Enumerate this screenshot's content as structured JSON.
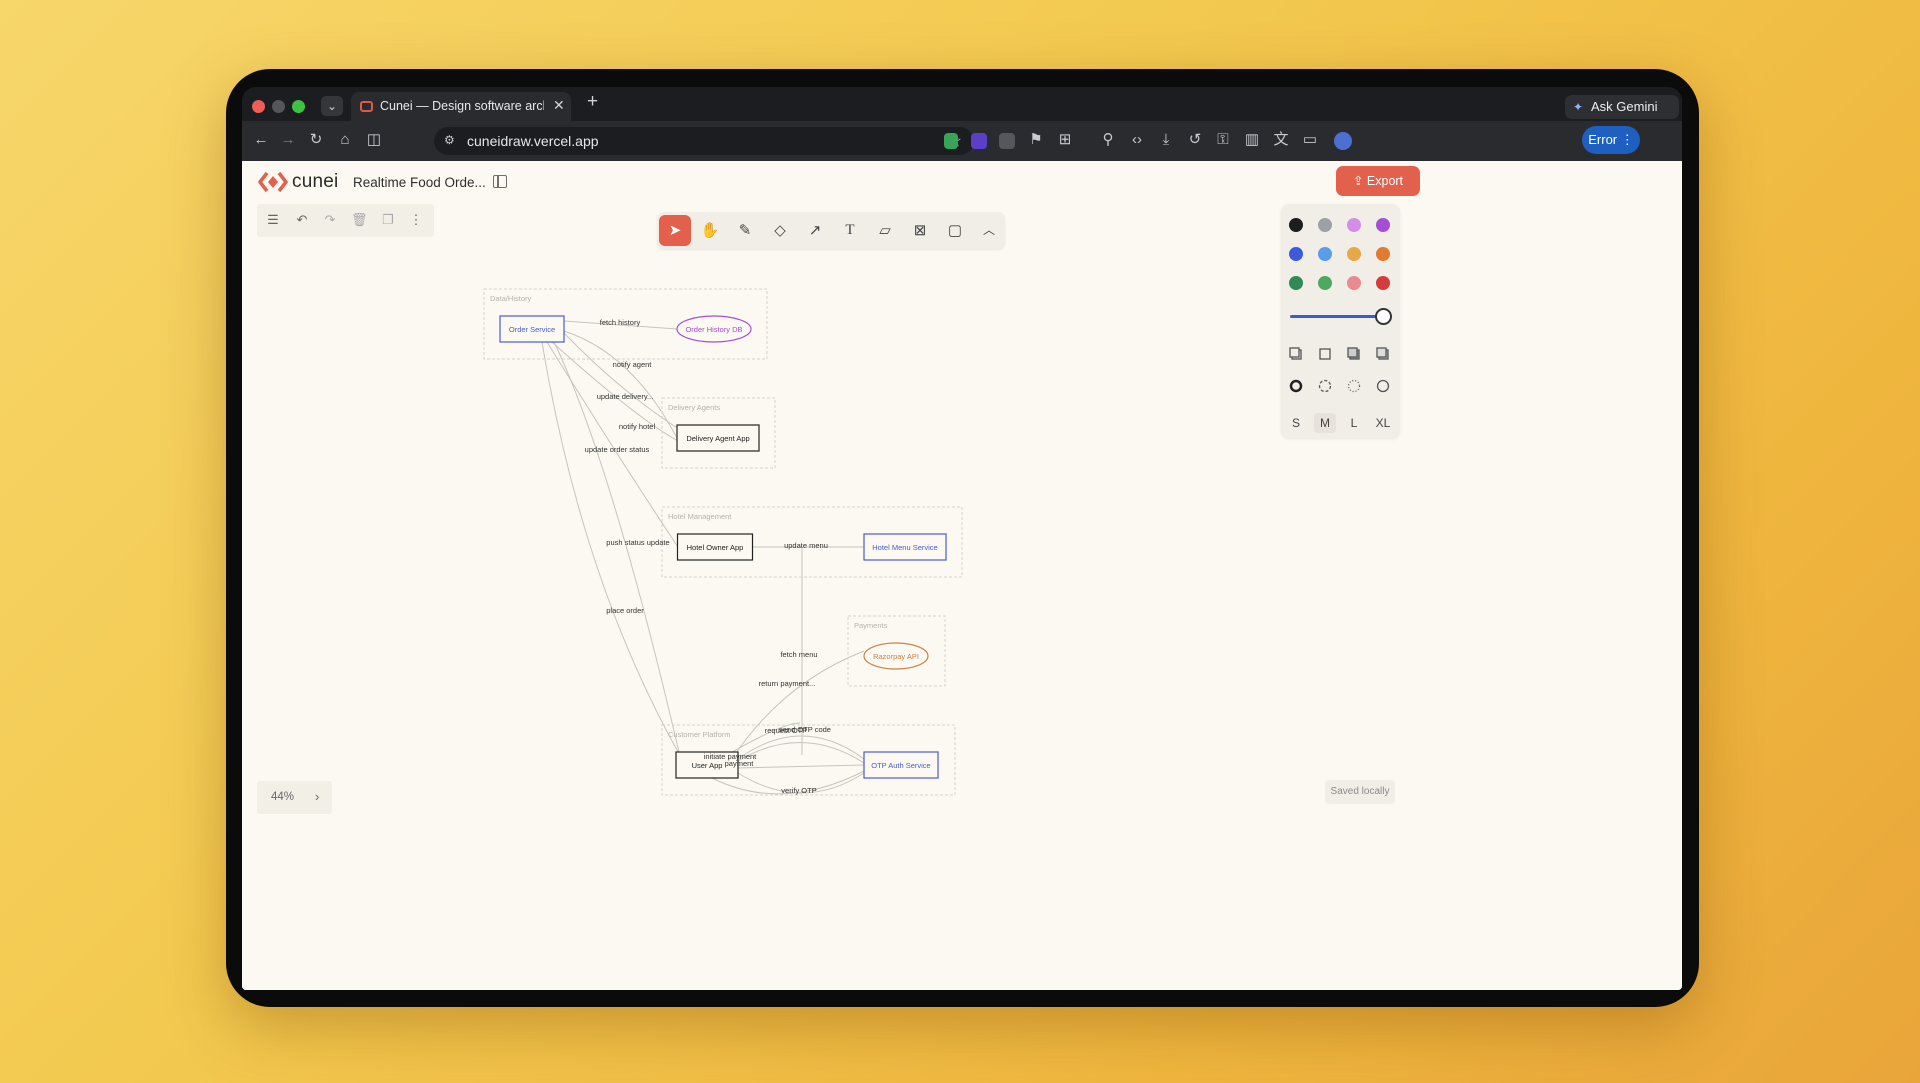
{
  "browser": {
    "tab_title": "Cunei — Design software architecture",
    "url": "cuneidraw.vercel.app",
    "ask_gemini": "Ask Gemini",
    "error_label": "Error"
  },
  "app": {
    "brand": "cunei",
    "document_title": "Realtime Food Orde...",
    "export_label": "Export",
    "zoom_level": "44%",
    "save_status": "Saved locally",
    "accent_color": "#e2604c"
  },
  "toolbar": {
    "tools": [
      {
        "name": "select",
        "icon": "cursor-icon",
        "active": true
      },
      {
        "name": "hand",
        "icon": "hand-icon"
      },
      {
        "name": "pen",
        "icon": "pencil-icon"
      },
      {
        "name": "eraser",
        "icon": "eraser-icon"
      },
      {
        "name": "arrow",
        "icon": "arrow-icon"
      },
      {
        "name": "text",
        "icon": "text-icon"
      },
      {
        "name": "note",
        "icon": "sticky-note-icon"
      },
      {
        "name": "image",
        "icon": "image-icon"
      },
      {
        "name": "rectangle",
        "icon": "rectangle-icon"
      },
      {
        "name": "more",
        "icon": "chevron-up-icon"
      }
    ]
  },
  "properties": {
    "colors": [
      "#1d1d1d",
      "#9ea0a6",
      "#d48ee8",
      "#a64ed3",
      "#3b5bdb",
      "#5a9bea",
      "#e9a847",
      "#e07b2f",
      "#2f8a55",
      "#4fa85f",
      "#e88a8f",
      "#d63b3b"
    ],
    "stroke_sizes": [
      "S",
      "M",
      "L",
      "XL"
    ],
    "selected_size": "M"
  },
  "diagram": {
    "groups": [
      {
        "label": "Data/History"
      },
      {
        "label": "Delivery Agents"
      },
      {
        "label": "Hotel Management"
      },
      {
        "label": "Payments"
      },
      {
        "label": "Customer Platform"
      }
    ],
    "nodes": [
      {
        "label": "Order Service"
      },
      {
        "label": "Order History DB"
      },
      {
        "label": "Delivery Agent App"
      },
      {
        "label": "Hotel Owner App"
      },
      {
        "label": "Hotel Menu Service"
      },
      {
        "label": "Razorpay API"
      },
      {
        "label": "User App"
      },
      {
        "label": "OTP Auth Service"
      }
    ],
    "edges": [
      "fetch history",
      "notify agent",
      "update delivery...",
      "notify hotel",
      "update order status",
      "push status update",
      "update menu",
      "place order",
      "fetch menu",
      "return payment...",
      "request OTP",
      "send OTP code",
      "initiate payment",
      "payment",
      "verify OTP"
    ]
  }
}
